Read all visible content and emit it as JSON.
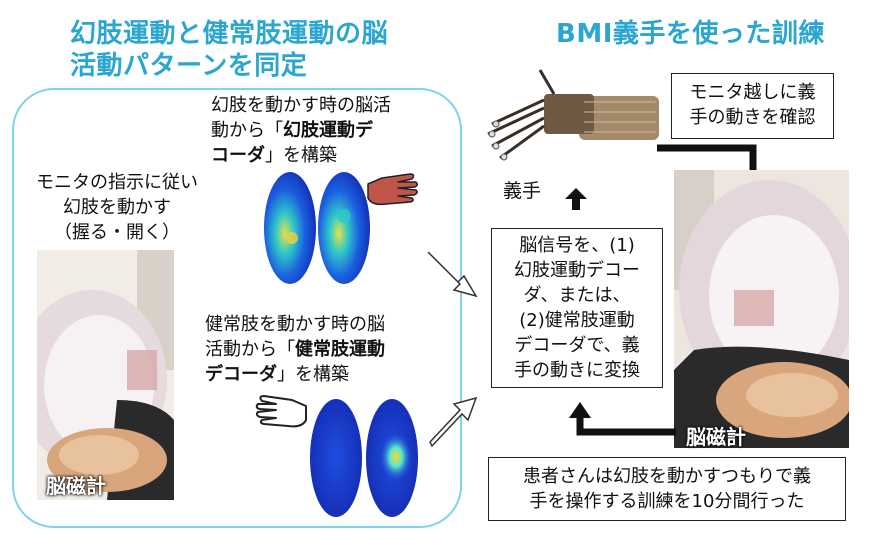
{
  "left_title": {
    "line1": "幻肢運動と健常肢運動の脳",
    "line2": "活動パターンを同定"
  },
  "right_title": "BMI義手を使った訓練",
  "instruction": {
    "line1": "モニタの指示に従い",
    "line2": "幻肢を動かす",
    "line3": "（握る・開く）"
  },
  "phantom_text": {
    "line1": "幻肢を動かす時の脳活",
    "line2a": "動から「",
    "line2b": "幻肢運動デ",
    "line3a": "コーダ",
    "line3b": "」を構築"
  },
  "healthy_text": {
    "line1": "健常肢を動かす時の脳",
    "line2a": "活動から「",
    "line2b": "健常肢運動",
    "line3a": "デコーダ",
    "line3b": "」を構築"
  },
  "left_photo_label": "脳磁計",
  "right_photo_label": "脳磁計",
  "prosthesis_label": "義手",
  "monitor_note": {
    "line1": "モニタ越しに義",
    "line2": "手の動きを確認"
  },
  "decoder_box": {
    "line1": "脳信号を、(1)",
    "line2": "幻肢運動デコー",
    "line3": "ダ、または、",
    "line4": "(2)健常肢運動",
    "line5": "デコーダで、義",
    "line6": "手の動きに変換"
  },
  "bottom_note": {
    "line1": "患者さんは幻肢を動かすつもりで義",
    "line2": "手を操作する訓練を10分間行った"
  },
  "colors": {
    "title": "#2aa6cf",
    "panel_border": "#7fd3ea",
    "hand_red": "#c0554a"
  }
}
